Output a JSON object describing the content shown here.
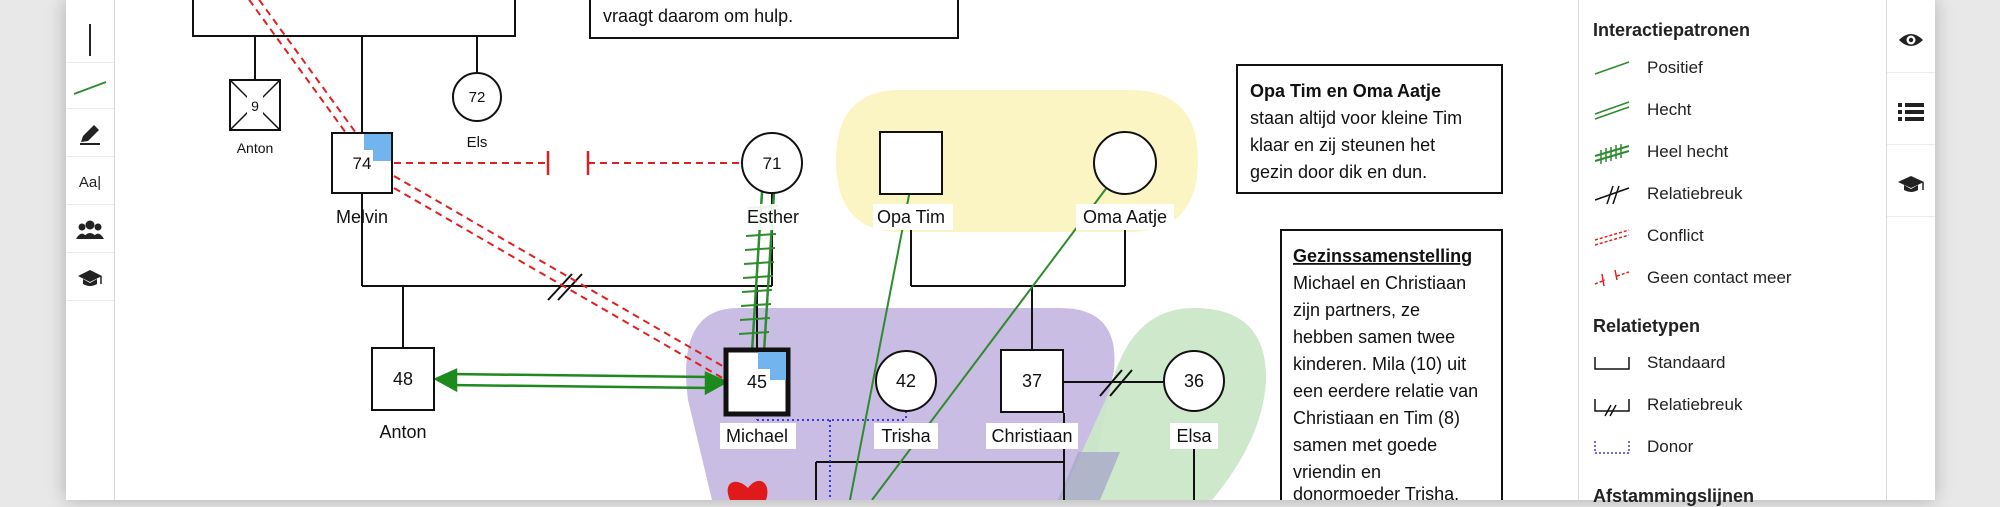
{
  "tooltips": {
    "upper_note": "vraagt daarom om hulp.",
    "opa_oma_title": "Opa Tim en Oma Aatje",
    "opa_oma_lines": [
      "staan altijd voor kleine Tim",
      "klaar en zij steunen het",
      "gezin door dik en dun."
    ],
    "gezin_title": "Gezinssamenstelling",
    "gezin_lines": [
      "Michael en Christiaan",
      "zijn partners, ze",
      "hebben samen twee",
      "kinderen. Mila (10) uit",
      "een eerdere relatie van",
      "Christiaan en Tim (8)",
      "samen met goede",
      "vriendin en",
      "donormoeder Trisha."
    ]
  },
  "persons": {
    "anton_child": {
      "age": "9",
      "name": "Anton"
    },
    "els": {
      "age": "72",
      "name": "Els"
    },
    "melvin": {
      "age": "74",
      "name": "Melvin"
    },
    "esther": {
      "age": "71",
      "name": "Esther"
    },
    "opa_tim": {
      "age": "",
      "name": "Opa Tim"
    },
    "oma_aatje": {
      "age": "",
      "name": "Oma Aatje"
    },
    "anton": {
      "age": "48",
      "name": "Anton"
    },
    "michael": {
      "age": "45",
      "name": "Michael"
    },
    "trisha": {
      "age": "42",
      "name": "Trisha"
    },
    "christiaan": {
      "age": "37",
      "name": "Christiaan"
    },
    "elsa": {
      "age": "36",
      "name": "Elsa"
    }
  },
  "legend": {
    "interaction_title": "Interactiepatronen",
    "interaction_items": [
      "Positief",
      "Hecht",
      "Heel hecht",
      "Relatiebreuk",
      "Conflict",
      "Geen contact meer"
    ],
    "relation_title": "Relatietypen",
    "relation_items": [
      "Standaard",
      "Relatiebreuk",
      "Donor"
    ],
    "descent_title": "Afstammingslijnen"
  },
  "toolbar_left": {
    "text_tool_label": "Aa|"
  },
  "colors": {
    "positive_green": "#2e8b2e",
    "conflict_red": "#e02020",
    "donor_blue": "#3b3bd6",
    "purple_zone": "#c9bde4",
    "yellow_zone": "#fbf5c4",
    "green_zone": "#cbe7c8",
    "marker_blue": "#72b4ee"
  }
}
